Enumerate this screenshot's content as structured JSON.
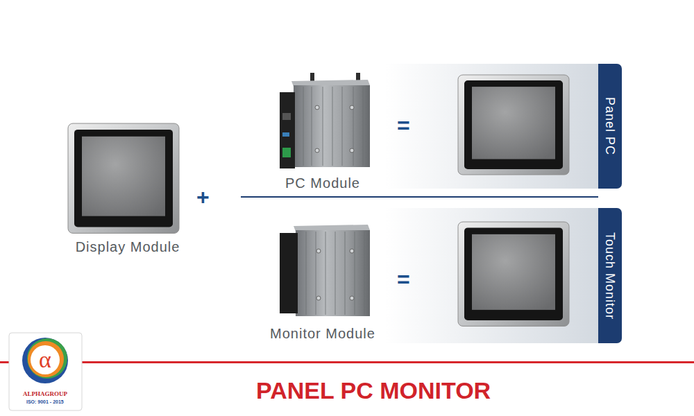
{
  "diagram": {
    "title": "PANEL PC MONITOR",
    "nodes": [
      {
        "text": [
          "Display Module"
        ]
      },
      {
        "text": [
          "PC Module"
        ]
      },
      {
        "text": [
          "Panel PC"
        ]
      },
      {
        "text": [
          "Monitor Module"
        ]
      },
      {
        "text": [
          "Touch Monitor"
        ]
      }
    ],
    "labels": [
      "+",
      "=",
      "=",
      "α",
      "ALPHAGROUP",
      "ISO: 9001 - 2015"
    ]
  }
}
